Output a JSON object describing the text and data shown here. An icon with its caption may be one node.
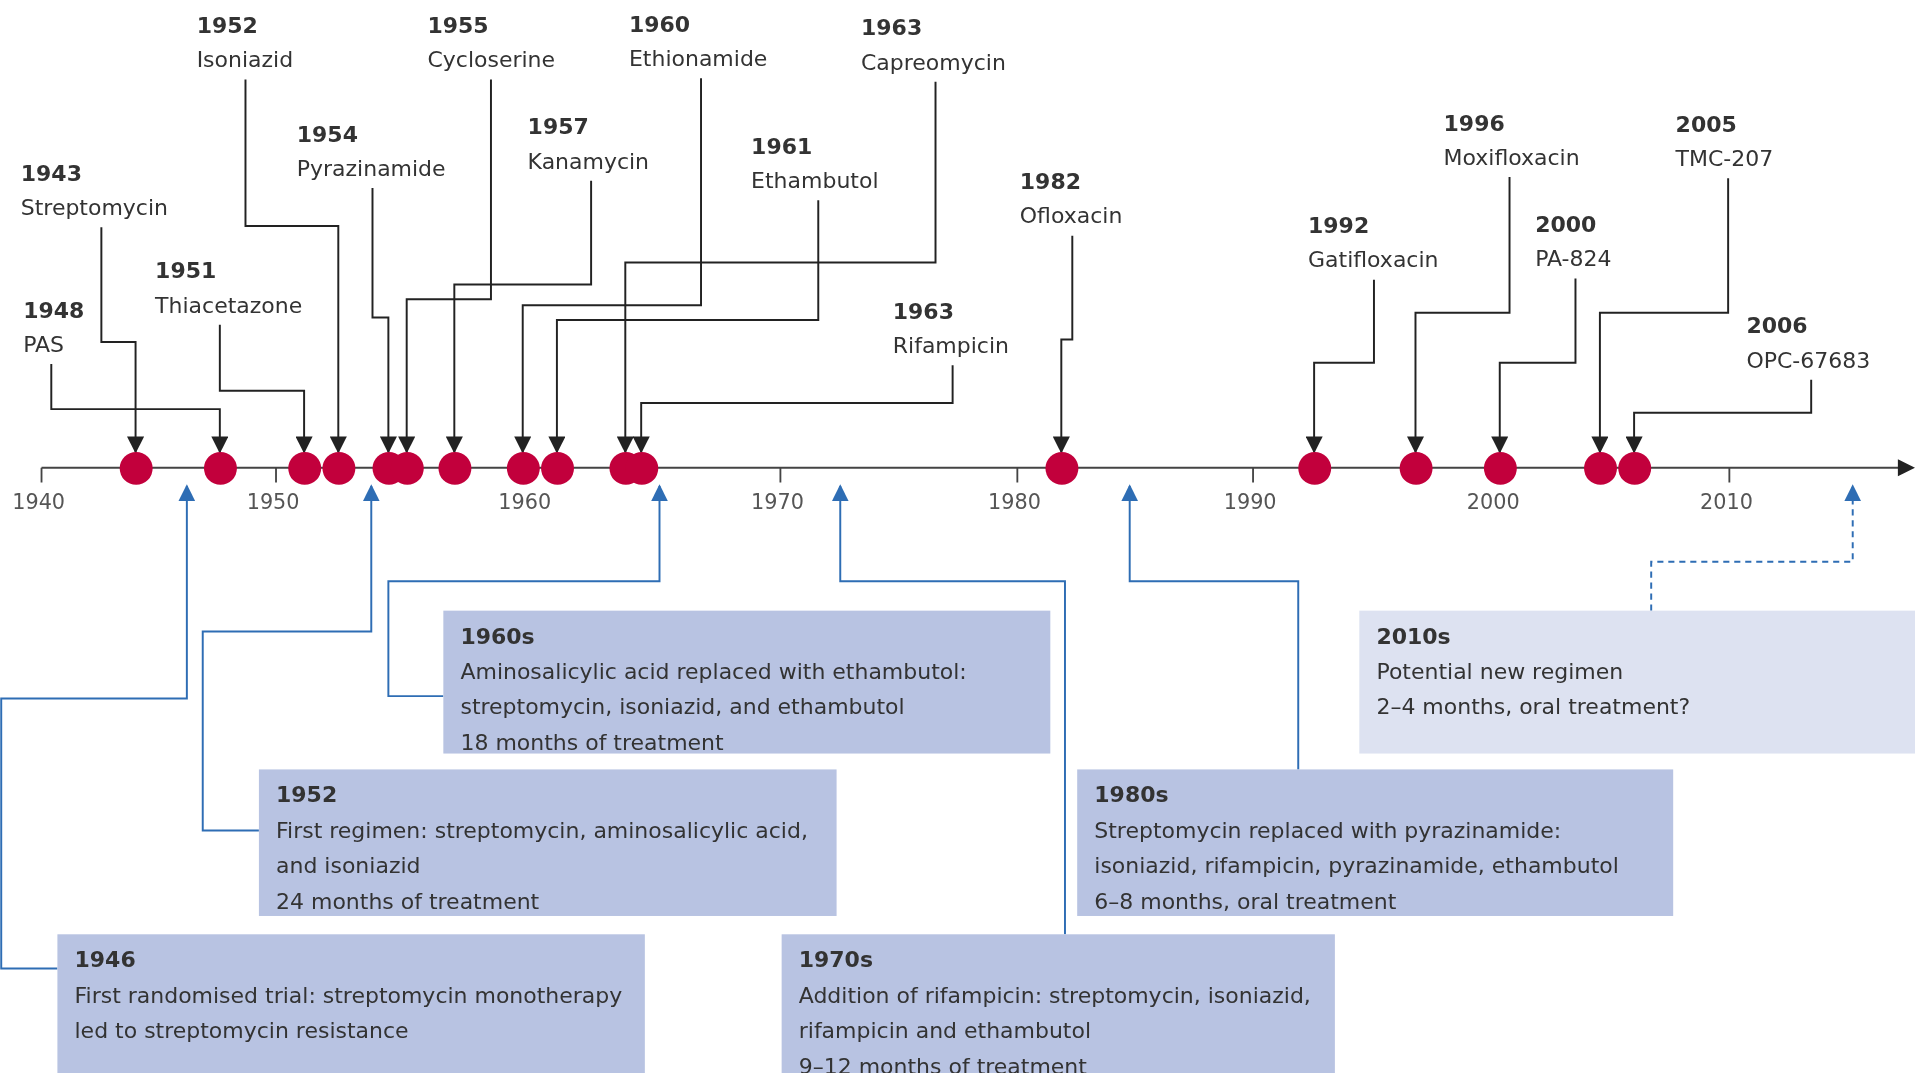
{
  "diagram": {
    "nodes": [
      {
        "text": [
          "1943",
          "Streptomycin"
        ]
      },
      {
        "text": [
          "1948",
          "PAS"
        ]
      },
      {
        "text": [
          "1951",
          "Thiacetazone"
        ]
      },
      {
        "text": [
          "1952",
          "Isoniazid"
        ]
      },
      {
        "text": [
          "1954",
          "Pyrazinamide"
        ]
      },
      {
        "text": [
          "1955",
          "Cycloserine"
        ]
      },
      {
        "text": [
          "1957",
          "Kanamycin"
        ]
      },
      {
        "text": [
          "1960",
          "Ethionamide"
        ]
      },
      {
        "text": [
          "1961",
          "Ethambutol"
        ]
      },
      {
        "text": [
          "1963",
          "Capreomycin"
        ]
      },
      {
        "text": [
          "1963",
          "Rifampicin"
        ]
      },
      {
        "text": [
          "1982",
          "Ofloxacin"
        ]
      },
      {
        "text": [
          "1992",
          "Gatifloxacin"
        ]
      },
      {
        "text": [
          "1996",
          "Moxifloxacin"
        ]
      },
      {
        "text": [
          "2000",
          "PA-824"
        ]
      },
      {
        "text": [
          "2005",
          "TMC-207"
        ]
      },
      {
        "text": [
          "2006",
          "OPC-67683"
        ]
      },
      {
        "text": [],
        "shape": "circle"
      },
      {
        "text": [],
        "shape": "circle"
      },
      {
        "text": [],
        "shape": "circle"
      },
      {
        "text": [],
        "shape": "circle"
      },
      {
        "text": [],
        "shape": "circle"
      },
      {
        "text": [],
        "shape": "circle"
      },
      {
        "text": [],
        "shape": "circle"
      },
      {
        "text": [],
        "shape": "circle"
      },
      {
        "text": [],
        "shape": "circle"
      },
      {
        "text": [],
        "shape": "circle"
      },
      {
        "text": [],
        "shape": "circle"
      },
      {
        "text": [],
        "shape": "circle"
      },
      {
        "text": [],
        "shape": "circle"
      },
      {
        "text": [],
        "shape": "circle"
      },
      {
        "text": [],
        "shape": "circle"
      },
      {
        "text": [],
        "shape": "circle"
      },
      {
        "text": [],
        "shape": "circle"
      },
      {
        "text": [
          "1960s",
          "Aminosalicylic acid replaced with ethambutol: streptomycin, isoniazid, and ethambutol",
          "18 months of treatment"
        ]
      },
      {
        "text": [
          "2010s",
          "Potential new regimen",
          "2–4 months, oral treatment?"
        ]
      },
      {
        "text": [
          "1952",
          "First regimen: streptomycin, aminosalicylic acid, and isoniazid",
          "24 months of treatment"
        ]
      },
      {
        "text": [
          "1980s",
          "Streptomycin replaced with pyrazinamide: isoniazid, rifampicin, pyrazinamide, ethambutol",
          "6–8 months, oral treatment"
        ]
      },
      {
        "text": [
          "1946",
          "First randomised trial: streptomycin monotherapy led to streptomycin resistance"
        ]
      },
      {
        "text": [
          "1970s",
          "Addition of rifampicin: streptomycin, isoniazid, rifampicin and ethambutol",
          "9–12 months of treatment"
        ]
      },
      {
        "text": [],
        "shape": "bar"
      }
    ],
    "edges": [
      {
        "from": 0,
        "to": 17,
        "arrow": "to"
      },
      {
        "from": 1,
        "to": 18,
        "arrow": "to"
      },
      {
        "from": 2,
        "to": 19,
        "arrow": "to"
      },
      {
        "from": 3,
        "to": 20,
        "arrow": "to"
      },
      {
        "from": 4,
        "to": 21,
        "arrow": "to"
      },
      {
        "from": 5,
        "to": 22,
        "arrow": "to"
      },
      {
        "from": 6,
        "to": 23,
        "arrow": "to"
      },
      {
        "from": 7,
        "to": 24,
        "arrow": "to"
      },
      {
        "from": 8,
        "to": 25,
        "arrow": "to"
      },
      {
        "from": 9,
        "to": 26,
        "arrow": "to"
      },
      {
        "from": 10,
        "to": 27,
        "arrow": "to"
      },
      {
        "from": 11,
        "to": 28,
        "arrow": "to"
      },
      {
        "from": 12,
        "to": 29,
        "arrow": "to"
      },
      {
        "from": 13,
        "to": 30,
        "arrow": "to"
      },
      {
        "from": 14,
        "to": 31,
        "arrow": "to"
      },
      {
        "from": 15,
        "to": 32,
        "arrow": "to"
      },
      {
        "from": 16,
        "to": 33,
        "arrow": "to"
      },
      {
        "from": 34,
        "to": 40,
        "arrow": "to",
        "color": "#2e6db4"
      },
      {
        "from": 35,
        "to": 40,
        "arrow": "to",
        "style": "dashed",
        "color": "#2e6db4"
      },
      {
        "from": 36,
        "to": 40,
        "arrow": "to",
        "color": "#2e6db4"
      },
      {
        "from": 37,
        "to": 40,
        "arrow": "to",
        "color": "#2e6db4"
      },
      {
        "from": 38,
        "to": 40,
        "arrow": "to",
        "color": "#2e6db4"
      },
      {
        "from": 39,
        "to": 40,
        "arrow": "to",
        "color": "#2e6db4"
      }
    ],
    "labels": [
      "1940",
      "1950",
      "1960",
      "1970",
      "1980",
      "1990",
      "2000",
      "2010"
    ]
  }
}
